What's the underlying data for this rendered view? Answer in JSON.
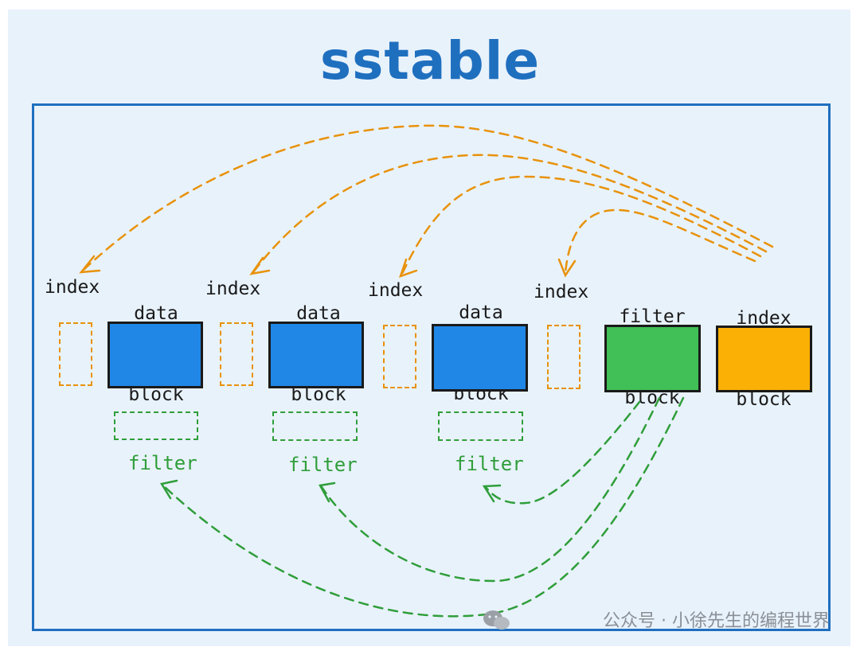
{
  "title": "sstable",
  "labels": {
    "index": "index",
    "data": "data",
    "block": "block",
    "filter": "filter",
    "filter_block_top": "filter",
    "index_block_top": "index"
  },
  "filter_label": "filter",
  "colors": {
    "data_block": "#2187e6",
    "filter_block": "#40c057",
    "index_block": "#fab005",
    "index_arrow": "#e8920a",
    "filter_arrow": "#2f9e3a",
    "frame": "#1f6fbf",
    "background": "#e8f2fb"
  },
  "watermark": "公众号 · 小徐先生的编程世界",
  "watermark_icon": "wechat-icon"
}
